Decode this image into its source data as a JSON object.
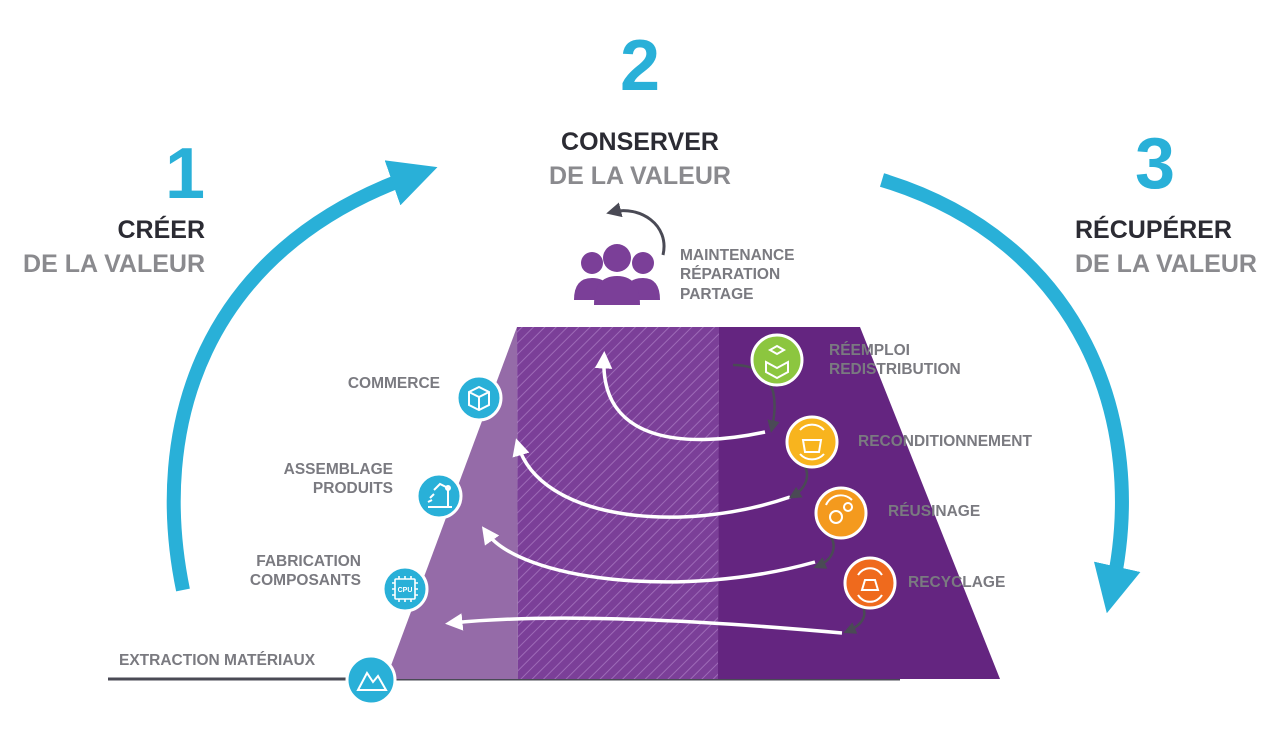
{
  "colors": {
    "blue": "#29b0d8",
    "purple_light": "#956ba8",
    "purple_mid": "#7b3f98",
    "purple_dark": "#642580",
    "green": "#8cc63f",
    "yellow": "#f8b41e",
    "orange_light": "#f4901e",
    "orange_dark": "#ef6a1d",
    "text_dark": "#2b2b33",
    "text_grey": "#7a7a80"
  },
  "phases": [
    {
      "number": "1",
      "line1": "CRÉER",
      "line2": "DE LA VALEUR"
    },
    {
      "number": "2",
      "line1": "CONSERVER",
      "line2": "DE LA VALEUR"
    },
    {
      "number": "3",
      "line1": "RÉCUPÉRER",
      "line2": "DE LA VALEUR"
    }
  ],
  "conserve_labels": [
    "MAINTENANCE",
    "RÉPARATION",
    "PARTAGE"
  ],
  "left_steps": [
    {
      "lines": [
        "COMMERCE"
      ],
      "icon": "box-icon"
    },
    {
      "lines": [
        "ASSEMBLAGE",
        "PRODUITS"
      ],
      "icon": "robot-arm-icon"
    },
    {
      "lines": [
        "FABRICATION",
        "COMPOSANTS"
      ],
      "icon": "cpu-chip-icon"
    },
    {
      "lines": [
        "EXTRACTION MATÉRIAUX"
      ],
      "icon": "mountain-icon"
    }
  ],
  "right_steps": [
    {
      "lines": [
        "RÉEMPLOI",
        "REDISTRIBUTION"
      ],
      "icon": "open-box-icon"
    },
    {
      "lines": [
        "RECONDITIONNEMENT"
      ],
      "icon": "refurbish-box-icon"
    },
    {
      "lines": [
        "RÉUSINAGE"
      ],
      "icon": "gears-icon"
    },
    {
      "lines": [
        "RECYCLAGE"
      ],
      "icon": "recycle-icon"
    }
  ],
  "cpu_text": "CPU"
}
